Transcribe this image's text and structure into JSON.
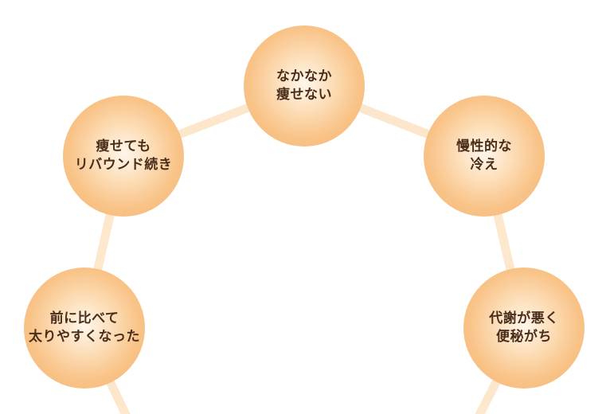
{
  "theme": {
    "connector_color": "#fde3c4",
    "bubble_color": "#f9c489",
    "text_color": "#4a2e1c"
  },
  "bubbles": [
    {
      "lines": [
        "なかなか",
        "痩せない"
      ]
    },
    {
      "lines": [
        "慢性的な",
        "冷え"
      ]
    },
    {
      "lines": [
        "代謝が悪く",
        "便秘がち"
      ]
    },
    {
      "lines": [
        "前に比べて",
        "太りやすくなった"
      ]
    },
    {
      "lines": [
        "痩せても",
        "リバウンド続き"
      ]
    }
  ]
}
